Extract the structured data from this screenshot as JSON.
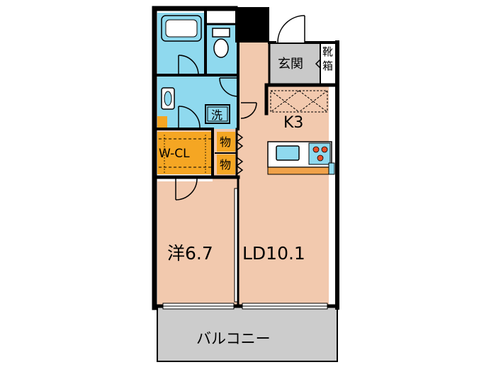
{
  "floor_plan": {
    "rooms": {
      "western_room": "洋6.7",
      "living_dining": "LD10.1",
      "kitchen": "K3",
      "walk_in_closet": "W-CL",
      "entrance": "玄関",
      "shoe_cabinet": "靴箱",
      "washer": "洗",
      "storage_upper": "物",
      "storage_lower": "物",
      "balcony": "バルコニー"
    },
    "colors": {
      "room_floor": "#f2c9ae",
      "wet_area": "#8fd9ee",
      "closet": "#f5a623",
      "entrance": "#c9c9c9",
      "balcony": "#cccccc",
      "kitchen_counter": "#f0a24a",
      "wall": "#000000"
    }
  }
}
